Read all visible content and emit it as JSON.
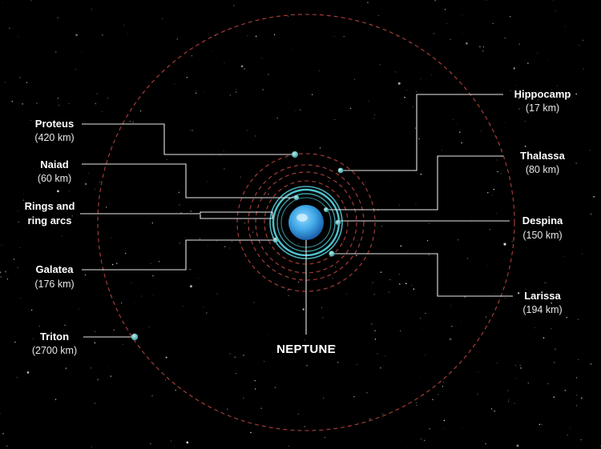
{
  "planet": {
    "name": "NEPTUNE"
  },
  "rings_label": {
    "line1": "Rings and",
    "line2": "ring arcs"
  },
  "moons": [
    {
      "id": "proteus",
      "name": "Proteus",
      "size": "(420 km)"
    },
    {
      "id": "naiad",
      "name": "Naiad",
      "size": "(60 km)"
    },
    {
      "id": "galatea",
      "name": "Galatea",
      "size": "(176 km)"
    },
    {
      "id": "triton",
      "name": "Triton",
      "size": "(2700 km)"
    },
    {
      "id": "hippocamp",
      "name": "Hippocamp",
      "size": "(17 km)"
    },
    {
      "id": "thalassa",
      "name": "Thalassa",
      "size": "(80 km)"
    },
    {
      "id": "despina",
      "name": "Despina",
      "size": "(150 km)"
    },
    {
      "id": "larissa",
      "name": "Larissa",
      "size": "(194 km)"
    }
  ],
  "colors": {
    "background": "#000000",
    "orbit": "#b0403c",
    "ring": "#4fc3cf",
    "planet": "#3fa6e6",
    "moon": "#6fd3d6",
    "text": "#ffffff"
  }
}
